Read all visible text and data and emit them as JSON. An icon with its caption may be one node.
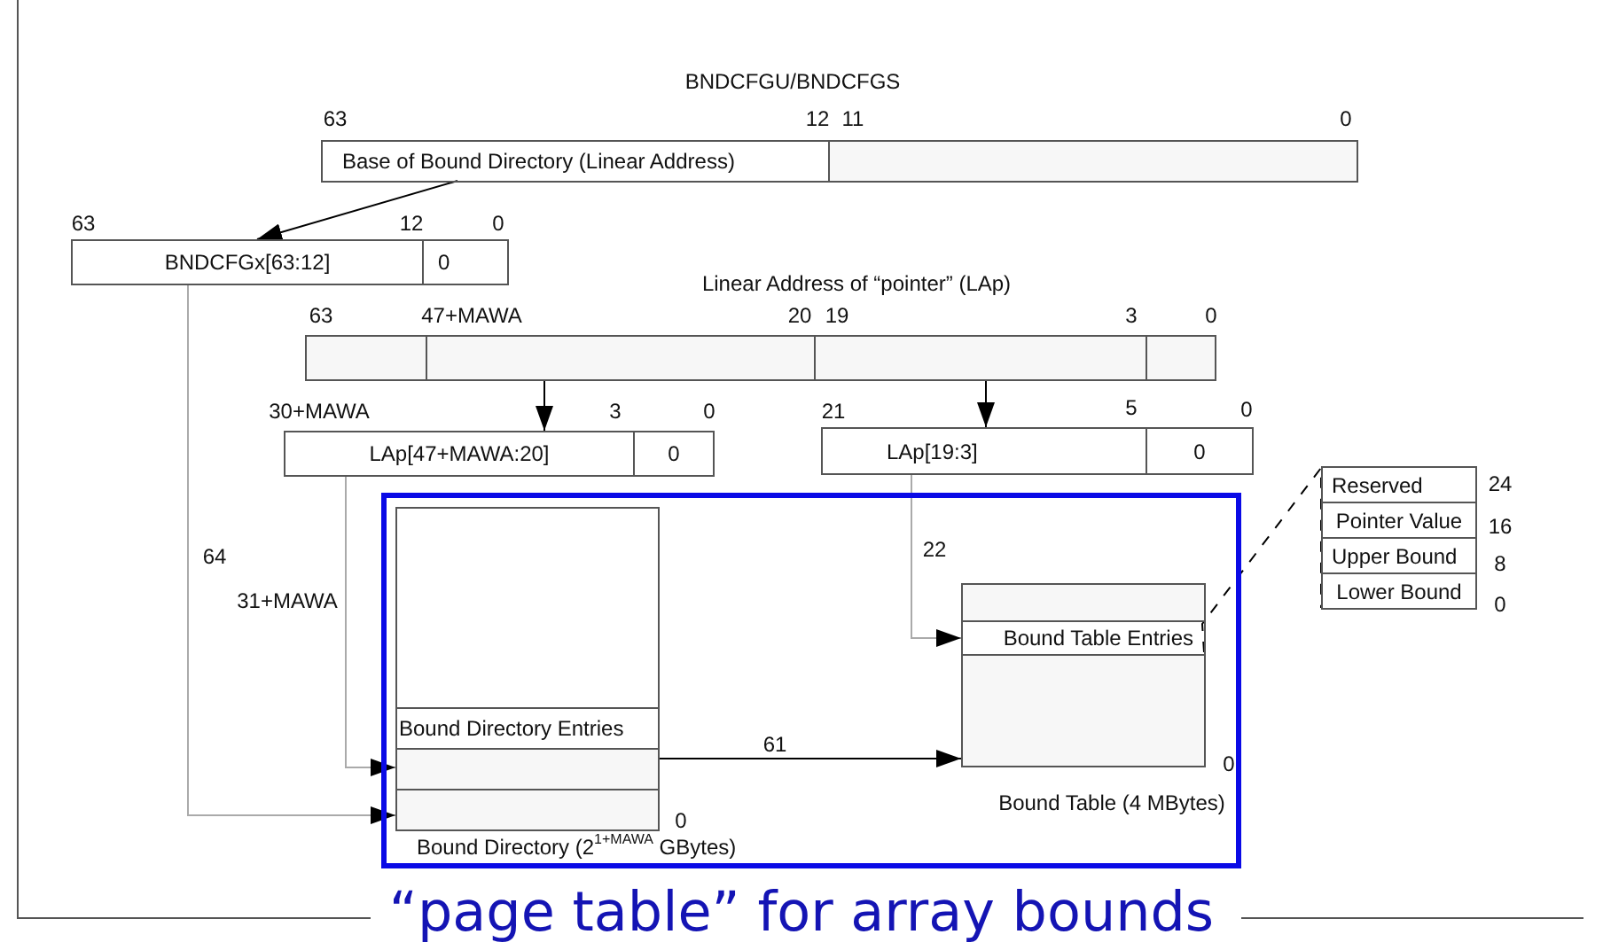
{
  "diagram": {
    "caption": "“page table” for array bounds",
    "nodes": [
      {
        "text": [
          "Base of Bound Directory (Linear Address)"
        ]
      },
      {
        "text": [],
        "shape": "box"
      },
      {
        "text": [
          "BNDCFGx[63:12]"
        ]
      },
      {
        "text": [
          "0"
        ]
      },
      {
        "text": [],
        "shape": "box"
      },
      {
        "text": [],
        "shape": "box"
      },
      {
        "text": [],
        "shape": "box"
      },
      {
        "text": [],
        "shape": "box"
      },
      {
        "text": [
          "LAp[47+MAWA:20]"
        ]
      },
      {
        "text": [
          "0"
        ]
      },
      {
        "text": [
          "LAp[19:3]"
        ]
      },
      {
        "text": [
          "0"
        ]
      },
      {
        "text": [],
        "shape": "box"
      },
      {
        "text": [
          "Bound Directory (2$^{1+MAWA}$ GBytes)"
        ],
        "beside": [
          "0"
        ],
        "in": 12
      },
      {
        "text": [
          "Bound Directory Entries"
        ],
        "in": 13
      },
      {
        "text": [],
        "shape": "box",
        "in": 13
      },
      {
        "text": [],
        "shape": "box",
        "in": 13
      },
      {
        "text": [
          "Bound Table (4 MBytes)"
        ],
        "beside": [
          "0"
        ],
        "in": 12
      },
      {
        "text": [],
        "shape": "box",
        "in": 17
      },
      {
        "text": [
          "Bound Table Entries"
        ],
        "in": 17
      },
      {
        "text": [],
        "shape": "box",
        "in": 17
      },
      {
        "text": [],
        "shape": "box"
      },
      {
        "text": [
          "Reserved"
        ],
        "beside": [
          "24"
        ],
        "in": 21
      },
      {
        "text": [
          "Pointer Value"
        ],
        "beside": [
          "16"
        ],
        "in": 21
      },
      {
        "text": [
          "Upper Bound"
        ],
        "beside": [
          "8"
        ],
        "in": 21
      },
      {
        "text": [
          "Lower Bound"
        ],
        "beside": [
          "0"
        ],
        "in": 21
      }
    ],
    "edges": [
      {
        "from": 0,
        "to": 2,
        "arrow": "to"
      },
      {
        "from": 5,
        "to": 8,
        "arrow": "to"
      },
      {
        "from": 6,
        "to": 10,
        "arrow": "to"
      },
      {
        "from": 2,
        "to": 16,
        "arrow": "to",
        "label": "64",
        "color": "#aaaaaa"
      },
      {
        "from": 8,
        "to": 15,
        "arrow": "to",
        "label": "31+MAWA",
        "color": "#aaaaaa"
      },
      {
        "from": 10,
        "to": 19,
        "arrow": "to",
        "label": "22",
        "color": "#aaaaaa"
      },
      {
        "from": 15,
        "to": 20,
        "arrow": "to",
        "label": "61"
      },
      {
        "from": 19,
        "to": 21,
        "arrow": "none",
        "style": "dashed"
      }
    ],
    "labels": [
      "BNDCFGU/BNDCFGS",
      "63",
      "12",
      "11",
      "0",
      "63",
      "12",
      "0",
      "Linear Address of “pointer” (LAp)",
      "63",
      "47+MAWA",
      "20",
      "19",
      "3",
      "0",
      "30+MAWA",
      "3",
      "0",
      "21",
      "5",
      "0"
    ]
  }
}
